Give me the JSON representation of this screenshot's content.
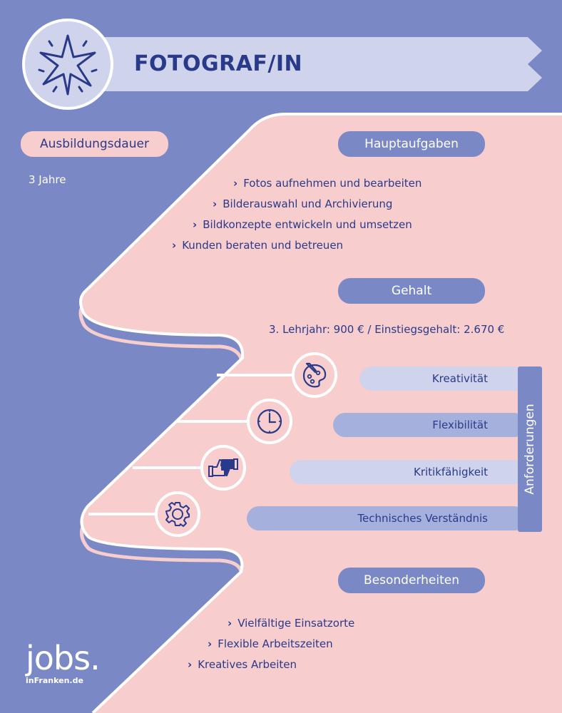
{
  "header": {
    "title": "FOTOGRAF/IN"
  },
  "duration": {
    "label": "Ausbildungsdauer",
    "value": "3 Jahre"
  },
  "tasks": {
    "label": "Hauptaufgaben",
    "items": [
      "Fotos aufnehmen und bearbeiten",
      "Bilderauswahl und Archivierung",
      "Bildkonzepte entwickeln und umsetzen",
      "Kunden beraten und betreuen"
    ]
  },
  "salary": {
    "label": "Gehalt",
    "value": "3. Lehrjahr: 900 € / Einstiegsgehalt: 2.670 €"
  },
  "requirements": {
    "label": "Anforderungen",
    "items": [
      "Kreativität",
      "Flexibilität",
      "Kritikfähigkeit",
      "Technisches Verständnis"
    ],
    "icons": [
      "palette-icon",
      "clock-icon",
      "thumbs-up-down-icon",
      "gear-icon"
    ]
  },
  "special": {
    "label": "Besonderheiten",
    "items": [
      "Vielfältige Einsatzorte",
      "Flexible Arbeitszeiten",
      "Kreatives Arbeiten"
    ]
  },
  "logo": {
    "main": "jobs.",
    "sub": "inFranken.de"
  },
  "colors": {
    "blue": "#7a89c6",
    "pink": "#f7cdcd",
    "navy": "#2a3a8a",
    "light": "#cfd3ec",
    "mid": "#a6b0dc"
  }
}
